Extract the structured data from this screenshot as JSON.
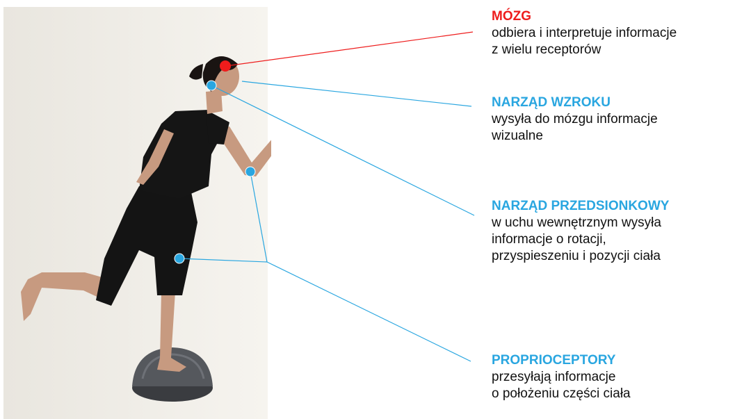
{
  "colors": {
    "brain": "#ee1c1c",
    "sensor": "#29a6e0",
    "desc": "#111111",
    "photo_bg": "#f1efea"
  },
  "labels": [
    {
      "id": "brain",
      "title": "MÓZG",
      "title_color": "#ee1c1c",
      "desc_lines": [
        "odbiera i interpretuje informacje",
        "z wielu receptorów"
      ]
    },
    {
      "id": "vision",
      "title": "NARZĄD WZROKU",
      "title_color": "#29a6e0",
      "desc_lines": [
        "wysyła do mózgu informacje",
        "wizualne"
      ]
    },
    {
      "id": "vestibular",
      "title": "NARZĄD PRZEDSIONKOWY",
      "title_color": "#29a6e0",
      "desc_lines": [
        "w uchu wewnętrznym wysyła",
        "informacje o rotacji,",
        "przyspieszeniu i pozycji ciała"
      ]
    },
    {
      "id": "proprioceptors",
      "title": "PROPRIOCEPTORY",
      "title_color": "#29a6e0",
      "desc_lines": [
        "przesyłają informacje",
        "o położeniu części ciała"
      ]
    }
  ]
}
